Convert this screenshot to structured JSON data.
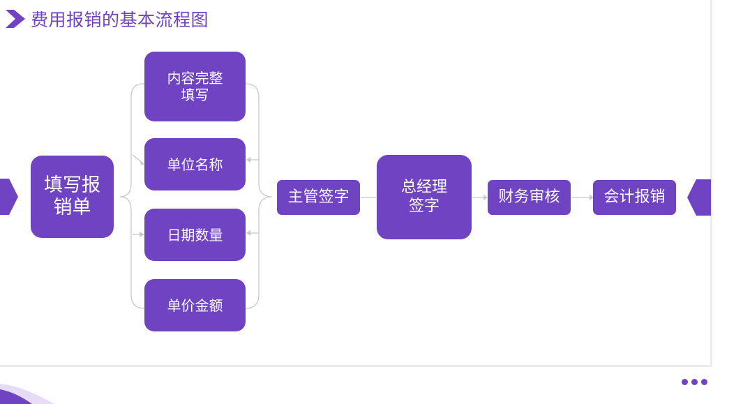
{
  "title": "费用报销的基本流程图",
  "nodes": {
    "start": "填写报销单",
    "check_items": [
      "内容完整填写",
      "单位名称",
      "日期数量",
      "单价金额"
    ],
    "supervisor": "主管签字",
    "general_manager": "总经理签字",
    "finance_review": "财务审核",
    "accounting": "会计报销"
  },
  "colors": {
    "accent": "#6f43c1",
    "connector": "#c8c8cc",
    "text_on_accent": "#ffffff"
  },
  "icons": {
    "title": "chevron-right-icon",
    "pager": "more-dots-icon"
  }
}
